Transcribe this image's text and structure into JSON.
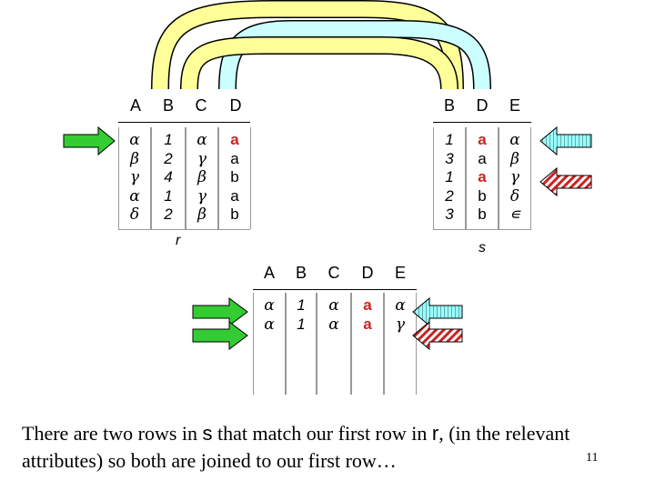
{
  "relation_r": {
    "name": "r",
    "headers": [
      "A",
      "B",
      "C",
      "D"
    ],
    "columns": [
      [
        "α",
        "β",
        "γ",
        "α",
        "δ"
      ],
      [
        "1",
        "2",
        "4",
        "1",
        "2"
      ],
      [
        "α",
        "γ",
        "β",
        "γ",
        "β"
      ],
      [
        "a",
        "a",
        "b",
        "a",
        "b"
      ]
    ]
  },
  "relation_s": {
    "name": "s",
    "headers": [
      "B",
      "D",
      "E"
    ],
    "columns": [
      [
        "1",
        "3",
        "1",
        "2",
        "3"
      ],
      [
        "a",
        "a",
        "a",
        "b",
        "b"
      ],
      [
        "α",
        "β",
        "γ",
        "δ",
        "∊"
      ]
    ]
  },
  "result": {
    "headers": [
      "A",
      "B",
      "C",
      "D",
      "E"
    ],
    "columns": [
      [
        "α",
        "α"
      ],
      [
        "1",
        "1"
      ],
      [
        "α",
        "α"
      ],
      [
        "a",
        "a"
      ],
      [
        "α",
        "γ"
      ]
    ]
  },
  "caption": {
    "part1": "There are two rows in ",
    "s_symbol": "s",
    "part2": " that match our first row in ",
    "r_symbol": "r",
    "part3": ", (in the relevant attributes) so both are joined to our first row…"
  },
  "page_number": "11",
  "colors": {
    "arc_yellow": "#ffff99",
    "arc_cyan": "#ccffff",
    "arrow_green": "#33cc33",
    "arrow_cyan": "#99ffff",
    "arrow_red_stripe": "#cc2222",
    "highlight_red": "#cc2222"
  }
}
